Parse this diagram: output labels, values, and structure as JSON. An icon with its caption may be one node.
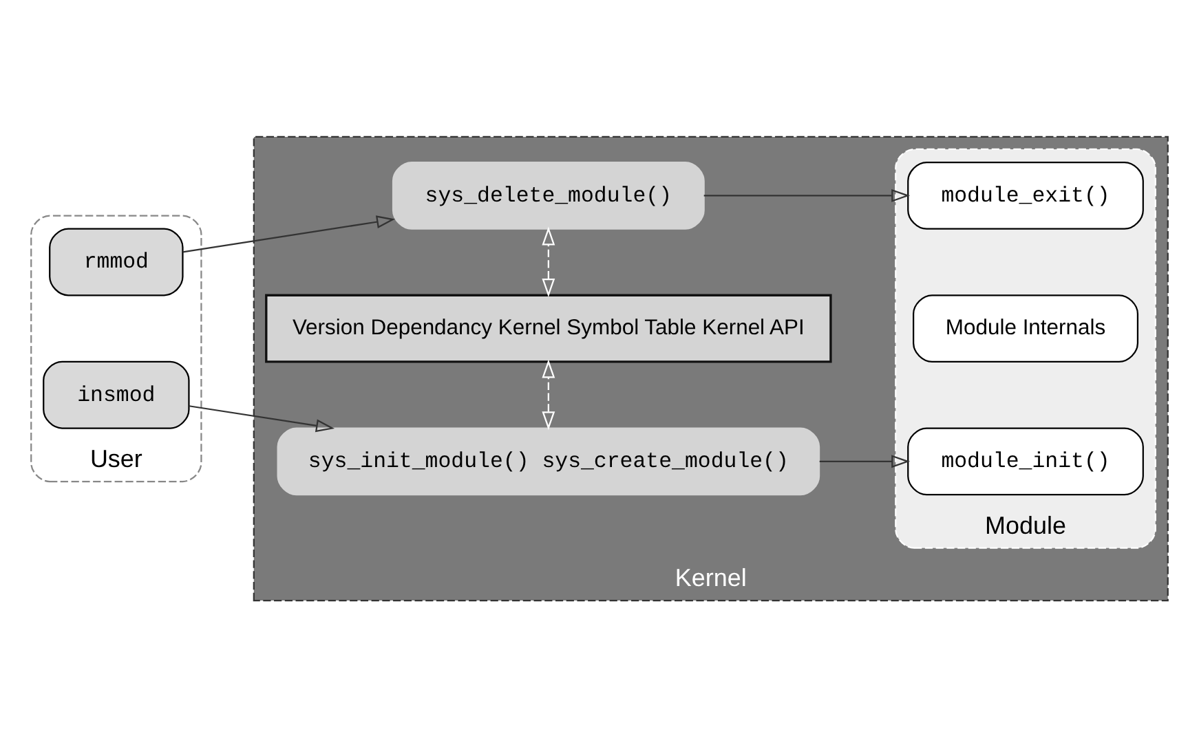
{
  "diagram": {
    "nodes": [
      {
        "text": [
          "User"
        ]
      },
      {
        "text": [
          "insmod"
        ],
        "in": 0
      },
      {
        "text": [
          "rmmod"
        ],
        "in": 0
      },
      {
        "text": [
          "Kernel"
        ]
      },
      {
        "text": [
          "sys_init_module() sys_create_module()"
        ],
        "in": 3
      },
      {
        "text": [
          "Version Dependancy Kernel Symbol Table Kernel API"
        ],
        "in": 3
      },
      {
        "text": [
          "sys_delete_module()"
        ],
        "in": 3
      },
      {
        "text": [
          "Module"
        ],
        "in": 3
      },
      {
        "text": [
          "module_init()"
        ],
        "in": 7
      },
      {
        "text": [
          "Module Internals"
        ],
        "in": 7
      },
      {
        "text": [
          "module_exit()"
        ],
        "in": 7
      }
    ],
    "edges": [
      {
        "from": 1,
        "to": 4,
        "arrow": "to"
      },
      {
        "from": 4,
        "to": 8,
        "arrow": "to"
      },
      {
        "from": 4,
        "to": 5,
        "arrow": "both",
        "style": "dashed",
        "color": "#ffffff"
      },
      {
        "from": 5,
        "to": 6,
        "arrow": "both",
        "style": "dashed",
        "color": "#ffffff"
      },
      {
        "from": 2,
        "to": 6,
        "arrow": "to"
      },
      {
        "from": 6,
        "to": 10,
        "arrow": "to"
      }
    ]
  }
}
